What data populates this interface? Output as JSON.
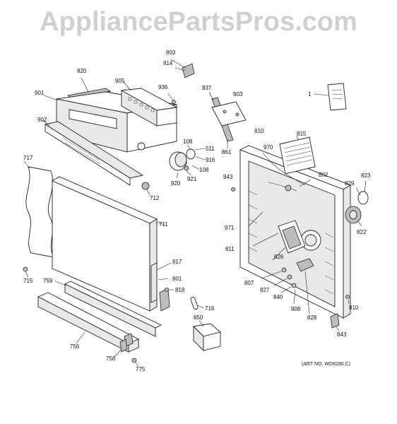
{
  "watermark": "AppliancePartsPros.com",
  "art_number": "(ART NO. WD8280 C)",
  "callouts": {
    "c803": "803",
    "c814": "814",
    "c820": "820",
    "c905": "905",
    "c936": "936",
    "c837": "837",
    "c903": "903",
    "c1": "1",
    "c901": "901",
    "c902": "902",
    "c108a": "108",
    "c511": "511",
    "c916": "916",
    "c108b": "108",
    "c920": "920",
    "c921": "921",
    "c712": "712",
    "c717": "717",
    "c711": "711",
    "c715": "715",
    "c759": "759",
    "c817": "817",
    "c801": "801",
    "c818": "818",
    "c716": "716",
    "c850": "850",
    "c756": "756",
    "c758": "758",
    "c775": "775",
    "c861": "861",
    "c810a": "810",
    "c815": "815",
    "c970": "970",
    "c943": "943",
    "c802": "802",
    "c823": "823",
    "c829": "829",
    "c822": "822",
    "c971": "971",
    "c811": "811",
    "c826": "826",
    "c807": "807",
    "c827": "827",
    "c840": "840",
    "c808": "808",
    "c828": "828",
    "c810b": "810",
    "c843": "843"
  }
}
